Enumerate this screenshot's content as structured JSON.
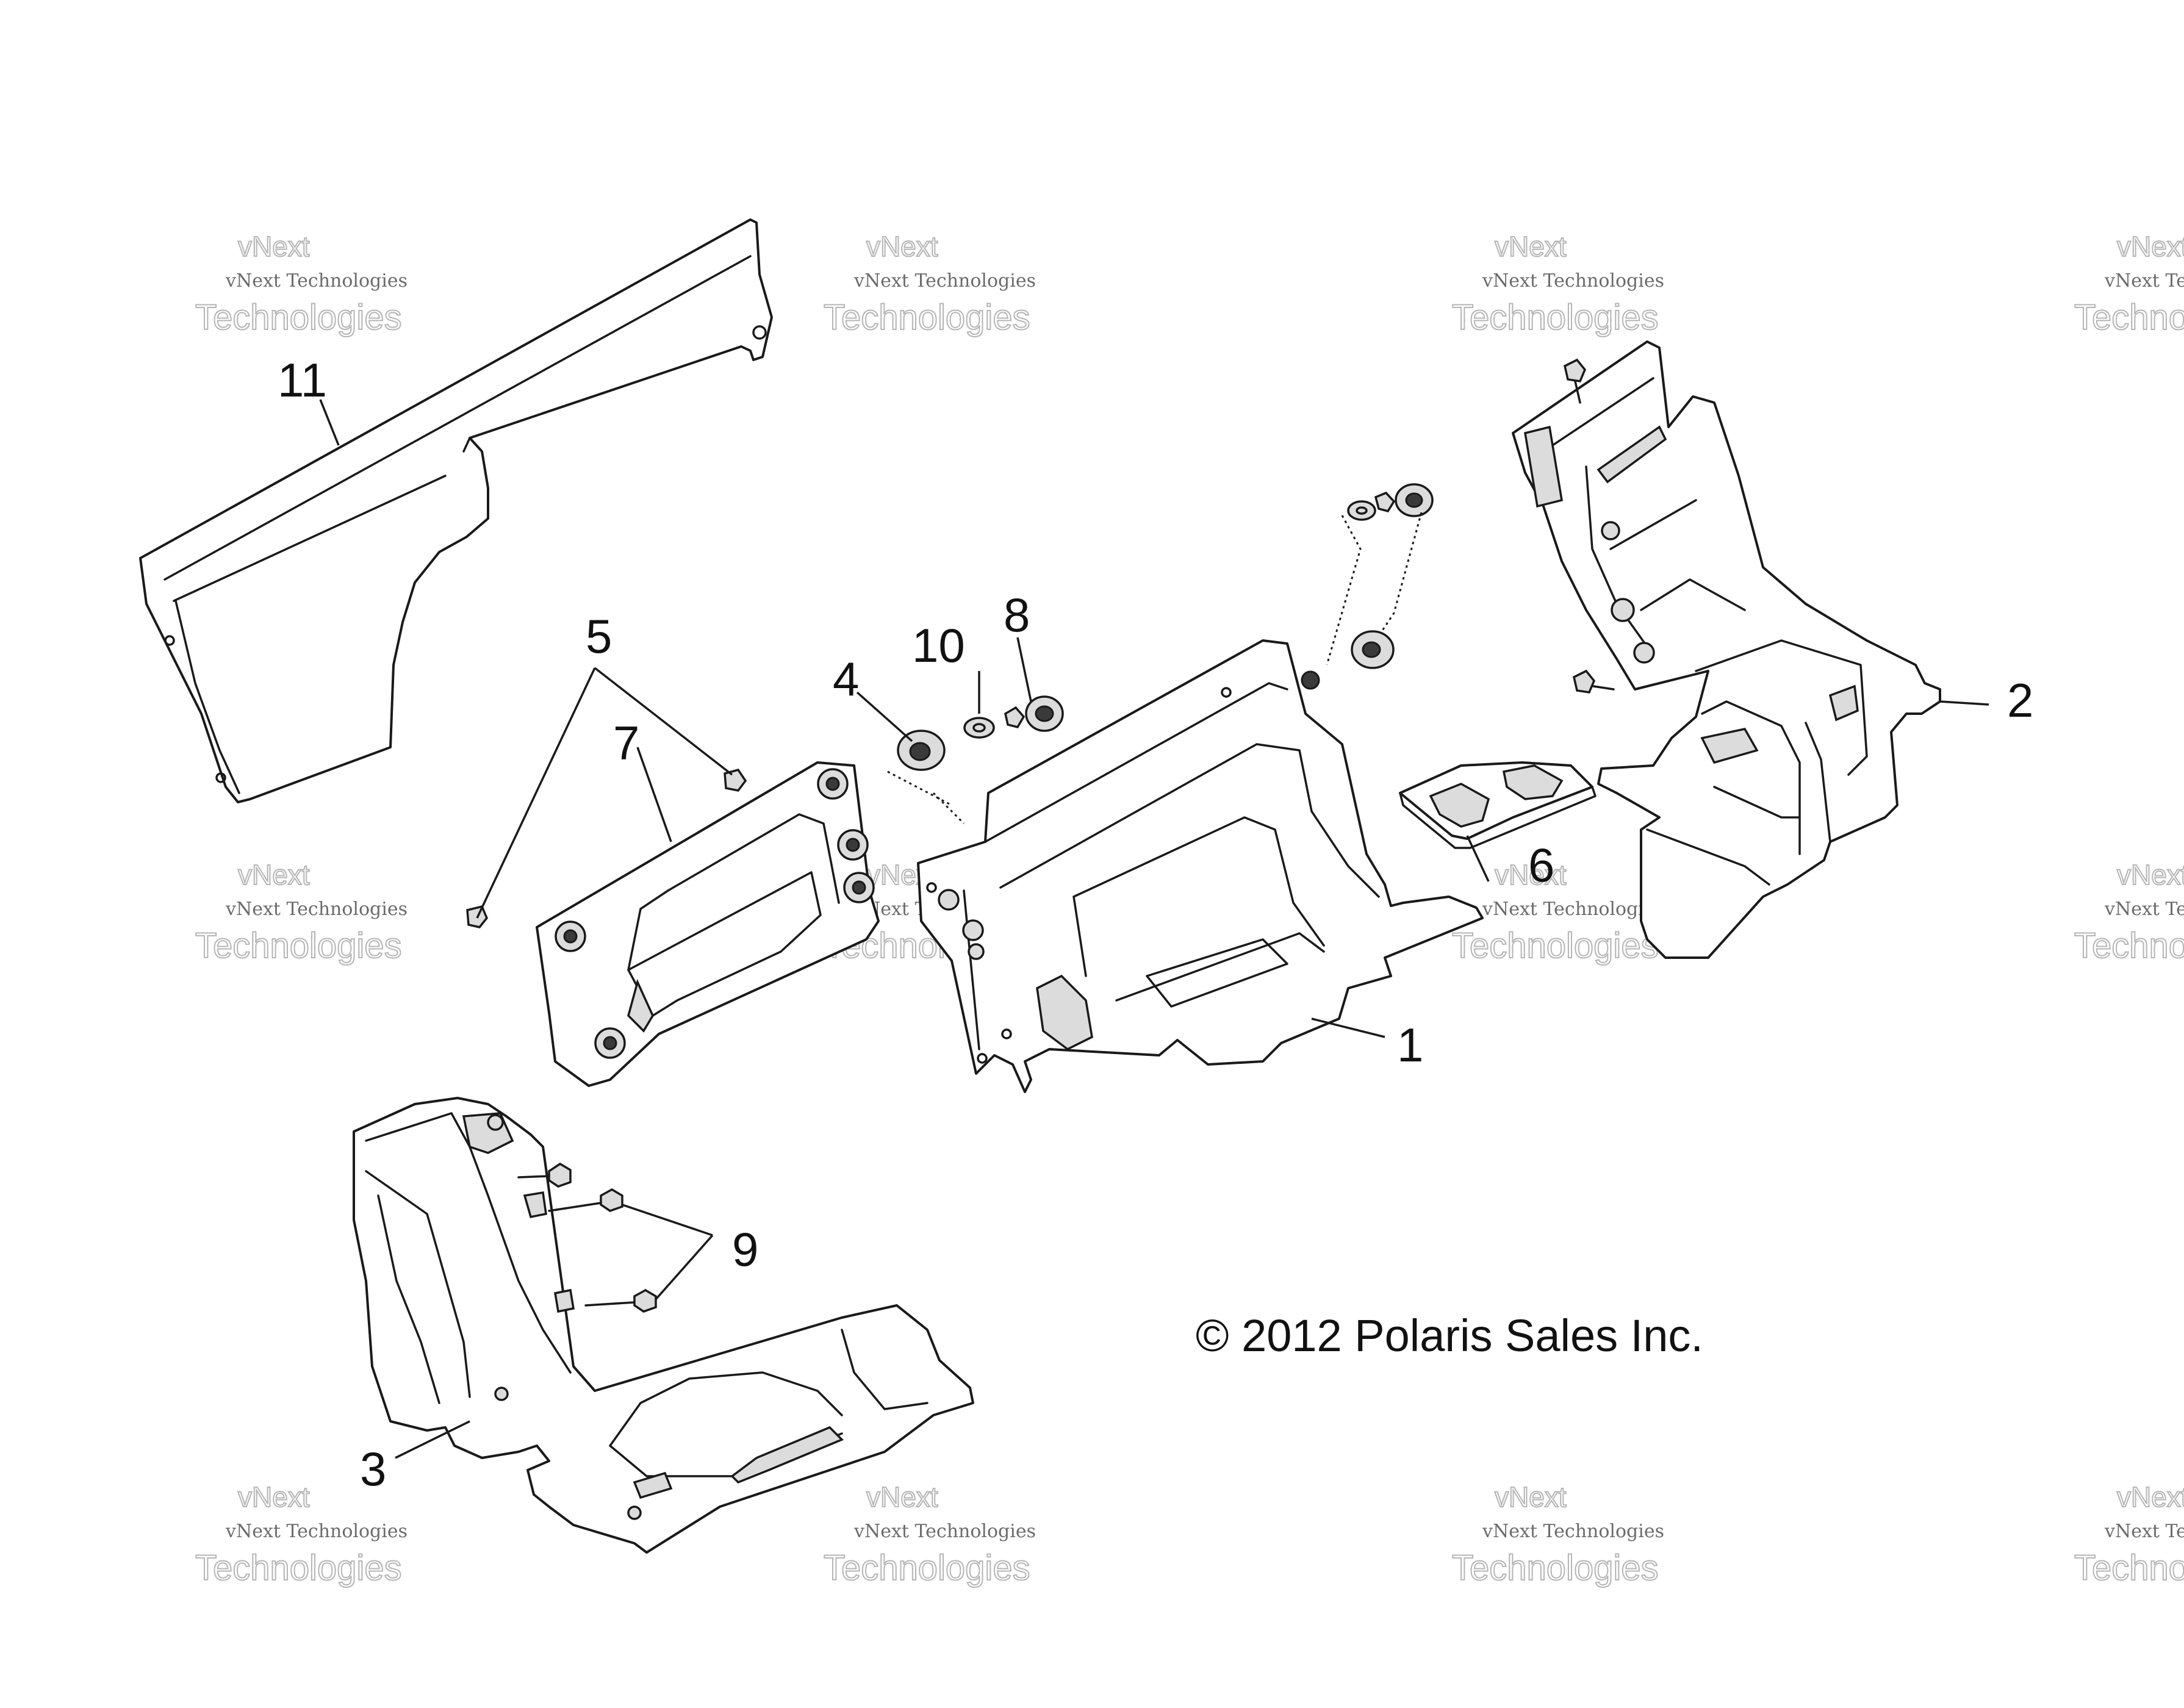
{
  "callouts": {
    "c1": "1",
    "c2": "2",
    "c3": "3",
    "c4": "4",
    "c5": "5",
    "c6": "6",
    "c7": "7",
    "c8": "8",
    "c9": "9",
    "c10": "10",
    "c11": "11"
  },
  "copyright": "© 2012 Polaris Sales Inc.",
  "watermark": {
    "line_small": "vNext Technologies",
    "line_big": "Technologies",
    "line_top": "vNext"
  }
}
